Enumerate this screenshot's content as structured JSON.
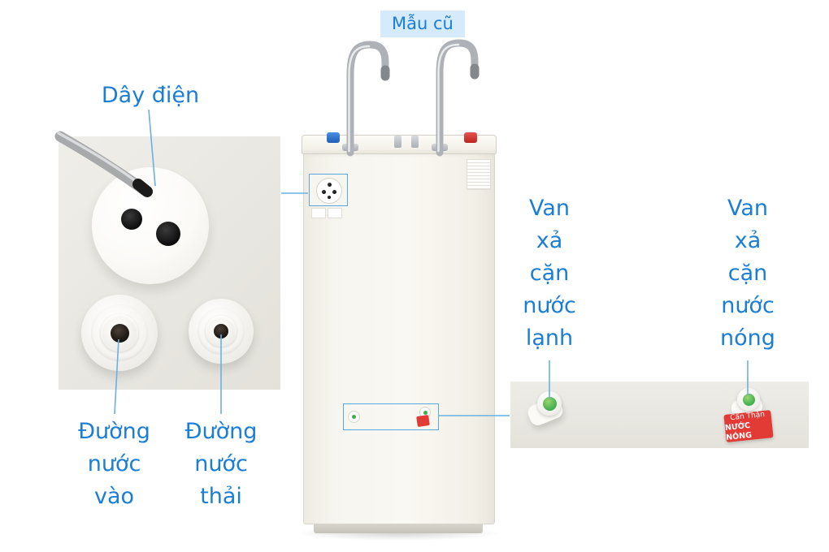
{
  "badge": {
    "label": "Mẫu cũ"
  },
  "labels": {
    "power_cable": "Dây điện",
    "water_inlet": "Đường\nnước\nvào",
    "waste_water": "Đường\nnước\nthải",
    "cold_drain_valve": "Van\nxả\ncặn\nnước\nlạnh",
    "hot_drain_valve": "Van\nxả\ncặn\nnước\nnóng"
  },
  "stickers": {
    "hot_warning_line1": "Cẩn Thận",
    "hot_warning_line2": "NƯỚC NÓNG"
  },
  "colors": {
    "accent_blue": "#1b7ed6",
    "badge_bg": "#d5eafb",
    "callout_line": "#6ab1e2",
    "warning_red": "#e23b36",
    "valve_green": "#3fae4e"
  }
}
